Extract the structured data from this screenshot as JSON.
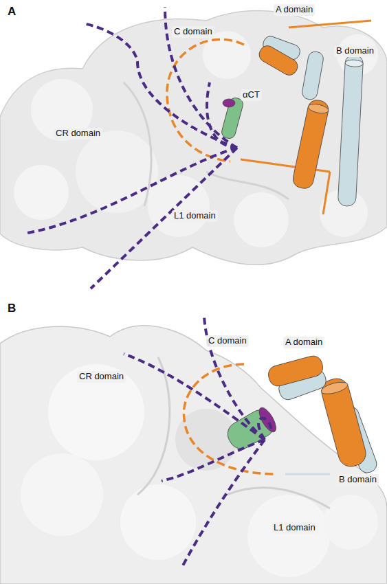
{
  "diagram": {
    "labels": [
      "A",
      "C domain",
      "A domain",
      "CR domain",
      "αCT",
      "B domain",
      "L1 domain",
      "B",
      "C domain",
      "A domain",
      "CR domain",
      "B domain",
      "L1 domain"
    ]
  }
}
